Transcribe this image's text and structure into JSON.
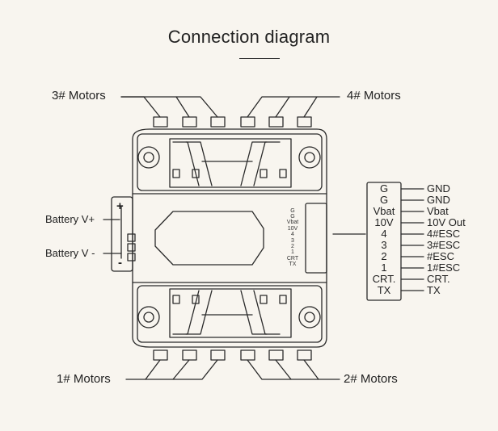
{
  "title": "Connection diagram",
  "motors": {
    "m3": "3# Motors",
    "m4": "4# Motors",
    "m1": "1# Motors",
    "m2": "2# Motors"
  },
  "battery": {
    "positive": "Battery V+",
    "negative": "Battery V -",
    "plus_sign": "+",
    "minus_sign": "-"
  },
  "board_pins": [
    "G",
    "G",
    "Vbat",
    "10V",
    "4",
    "3",
    "2",
    "1",
    "CRT",
    "TX"
  ],
  "connector": {
    "left": [
      "G",
      "G",
      "Vbat",
      "10V",
      "4",
      "3",
      "2",
      "1",
      "CRT.",
      "TX"
    ],
    "right": [
      "GND",
      "GND",
      "Vbat",
      "10V Out",
      "4#ESC",
      "3#ESC",
      "#ESC",
      "1#ESC",
      "CRT.",
      "TX"
    ]
  },
  "colors": {
    "line": "#2a2a2a",
    "background": "#f8f5ef"
  }
}
